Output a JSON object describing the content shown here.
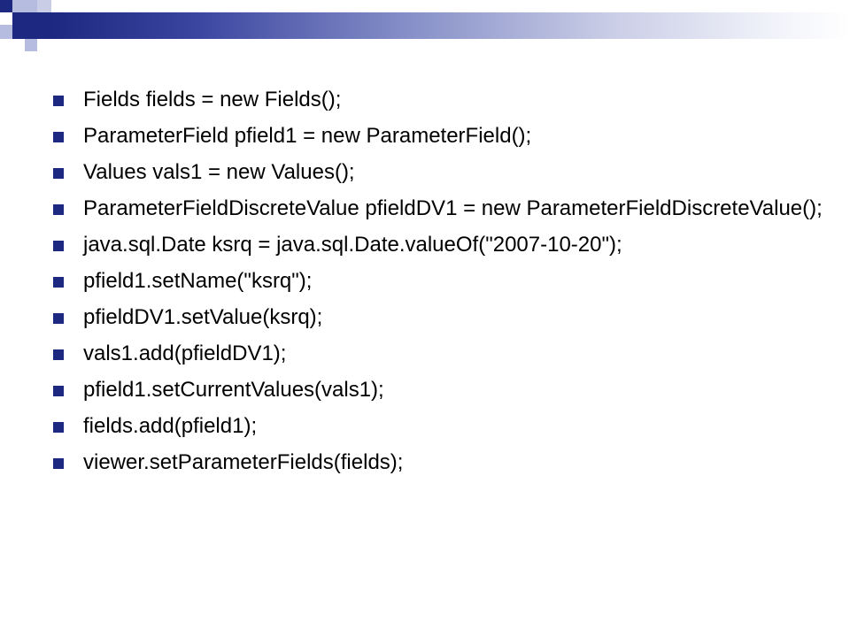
{
  "slide": {
    "colors": {
      "accent": "#1d2880",
      "accent_light": "#b6bcdf",
      "background": "#ffffff",
      "text": "#000000"
    },
    "decoration": {
      "style": "navy and lavender squares with gradient band"
    },
    "bullet_icon": "square-bullet-icon",
    "bullets": [
      "Fields fields = new Fields();",
      "ParameterField pfield1 = new ParameterField();",
      "Values vals1 = new Values();",
      "ParameterFieldDiscreteValue pfieldDV1 = new ParameterFieldDiscreteValue();",
      "java.sql.Date ksrq = java.sql.Date.valueOf(\"2007-10-20\");",
      "pfield1.setName(\"ksrq\");",
      "pfieldDV1.setValue(ksrq);",
      "vals1.add(pfieldDV1);",
      "pfield1.setCurrentValues(vals1);",
      "fields.add(pfield1);",
      "viewer.setParameterFields(fields);"
    ]
  }
}
